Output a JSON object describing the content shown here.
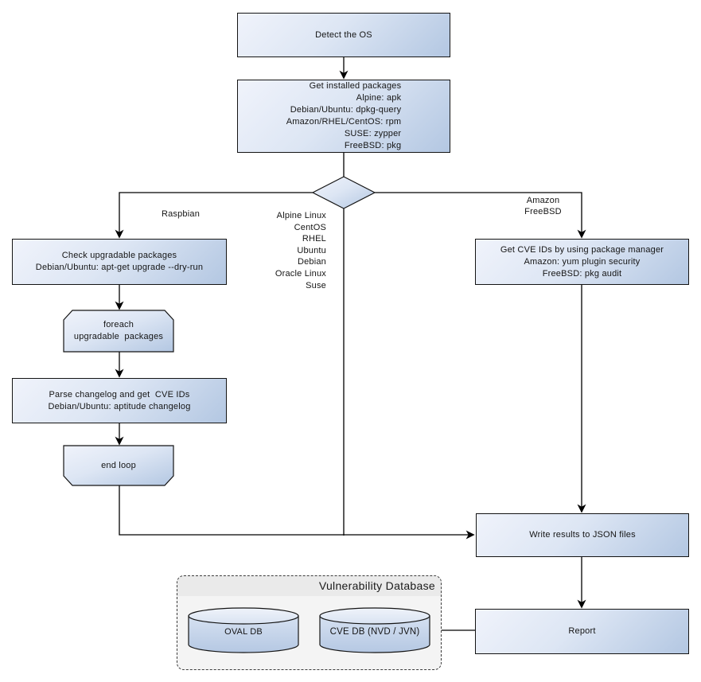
{
  "nodes": {
    "detect_os": {
      "label": "Detect the OS"
    },
    "get_installed": {
      "label": "Get installed packages\nAlpine: apk\nDebian/Ubuntu: dpkg-query\nAmazon/RHEL/CentOS: rpm\nSUSE: zypper\nFreeBSD: pkg"
    },
    "check_upgradable": {
      "label": "Check upgradable packages\nDebian/Ubuntu: apt-get upgrade --dry-run"
    },
    "foreach_loop": {
      "label": "foreach\nupgradable  packages"
    },
    "parse_changelog": {
      "label": "Parse changelog and get  CVE IDs\nDebian/Ubuntu: aptitude changelog"
    },
    "end_loop": {
      "label": "end loop"
    },
    "get_cve_pkg_mgr": {
      "label": "Get CVE IDs by using package manager\nAmazon: yum plugin security\nFreeBSD: pkg audit"
    },
    "write_results": {
      "label": "Write results to JSON files"
    },
    "report": {
      "label": "Report"
    },
    "oval_db": {
      "label": "OVAL DB"
    },
    "cve_db": {
      "label": "CVE DB (NVD / JVN)"
    }
  },
  "edge_labels": {
    "raspbian": "Raspbian",
    "os_list": "Alpine Linux\nCentOS\nRHEL\nUbuntu\nDebian\nOracle Linux\nSuse",
    "amazon_freebsd": "Amazon\nFreeBSD"
  },
  "container": {
    "title": "Vulnerability Database"
  },
  "colors": {
    "node_gradient_start": "#f0f3fb",
    "node_gradient_end": "#b3c7e2",
    "node_border": "#141414",
    "line": "#000000",
    "container_fill": "#f4f4f4",
    "container_band": "#eaeaea",
    "container_border": "#3c3c3c",
    "cylinder_top": "#e7edf8",
    "cylinder_body_bottom": "#b5c8e3",
    "text": "#151515"
  }
}
